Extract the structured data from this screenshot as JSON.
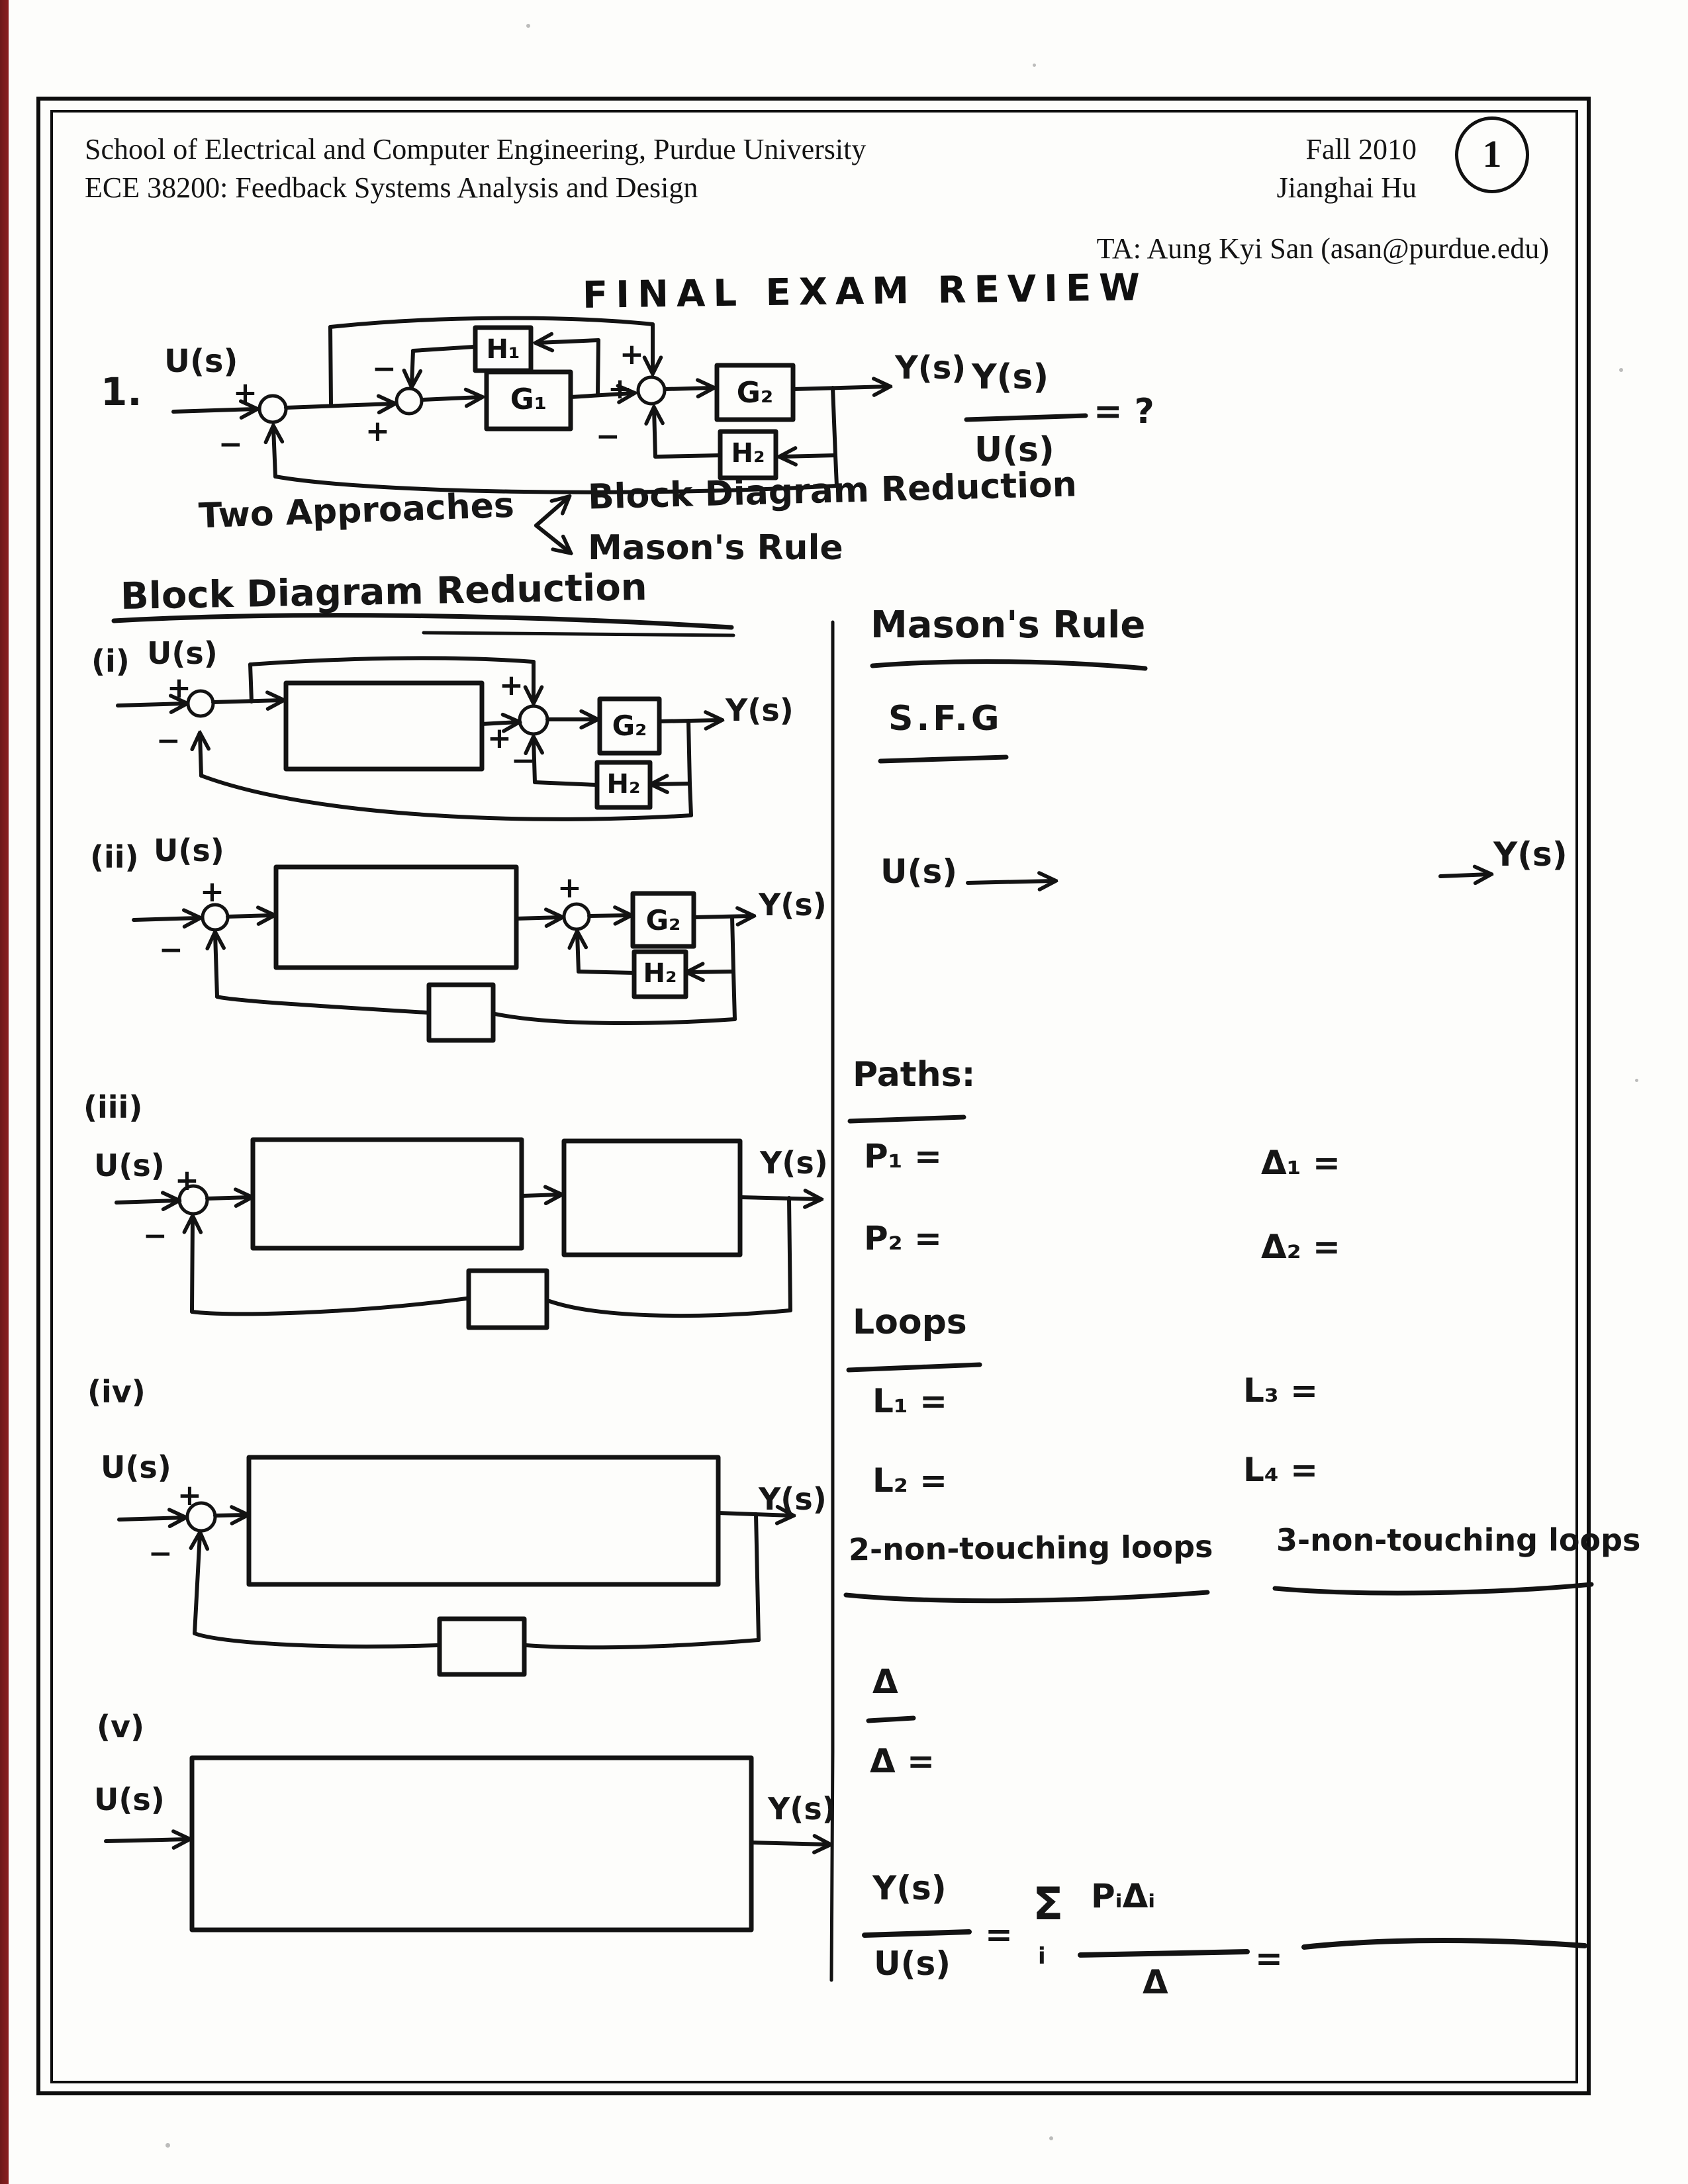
{
  "page": {
    "circled_number": "1"
  },
  "header": {
    "school_line": "School of Electrical and Computer Engineering, Purdue University",
    "course_line": "ECE 38200: Feedback Systems Analysis and Design",
    "term": "Fall 2010",
    "instructor": "Jianghai Hu",
    "ta_line": "TA: Aung Kyi San (asan@purdue.edu)"
  },
  "title": "FINAL EXAM REVIEW",
  "glyphs": {
    "u": "U(s)",
    "y": "Y(s)",
    "g1": "G₁",
    "g2": "G₂",
    "h1": "H₁",
    "h2": "H₂",
    "plus": "+",
    "minus": "−"
  },
  "problem1": {
    "number": "1.",
    "ratio_numerator": "Y(s)",
    "ratio_denominator": "U(s)",
    "ratio_equals": "= ?",
    "two_approaches": "Two Approaches",
    "approach_block": "Block Diagram Reduction",
    "approach_mason": "Mason's Rule"
  },
  "left_column": {
    "heading": "Block Diagram Reduction",
    "items": [
      "(i)",
      "(ii)",
      "(iii)",
      "(iv)",
      "(v)"
    ]
  },
  "right_column": {
    "heading": "Mason's Rule",
    "sfg": "S.F.G",
    "paths_heading": "Paths:",
    "p1": "P₁ =",
    "delta1": "Δ₁ =",
    "p2": "P₂ =",
    "delta2": "Δ₂ =",
    "loops_heading": "Loops",
    "l1": "L₁ =",
    "l3": "L₃ =",
    "l2": "L₂ =",
    "l4": "L₄ =",
    "non_touching_2": "2-non-touching loops",
    "non_touching_3": "3-non-touching loops",
    "delta_heading": "Δ",
    "delta_equals": "Δ =",
    "formula": {
      "numerator": "Y(s)",
      "denominator": "U(s)",
      "equals": "=",
      "sigma": "Σ",
      "sigma_sub": "i",
      "terms": "PᵢΔᵢ",
      "delta": "Δ",
      "equals2": "="
    }
  }
}
